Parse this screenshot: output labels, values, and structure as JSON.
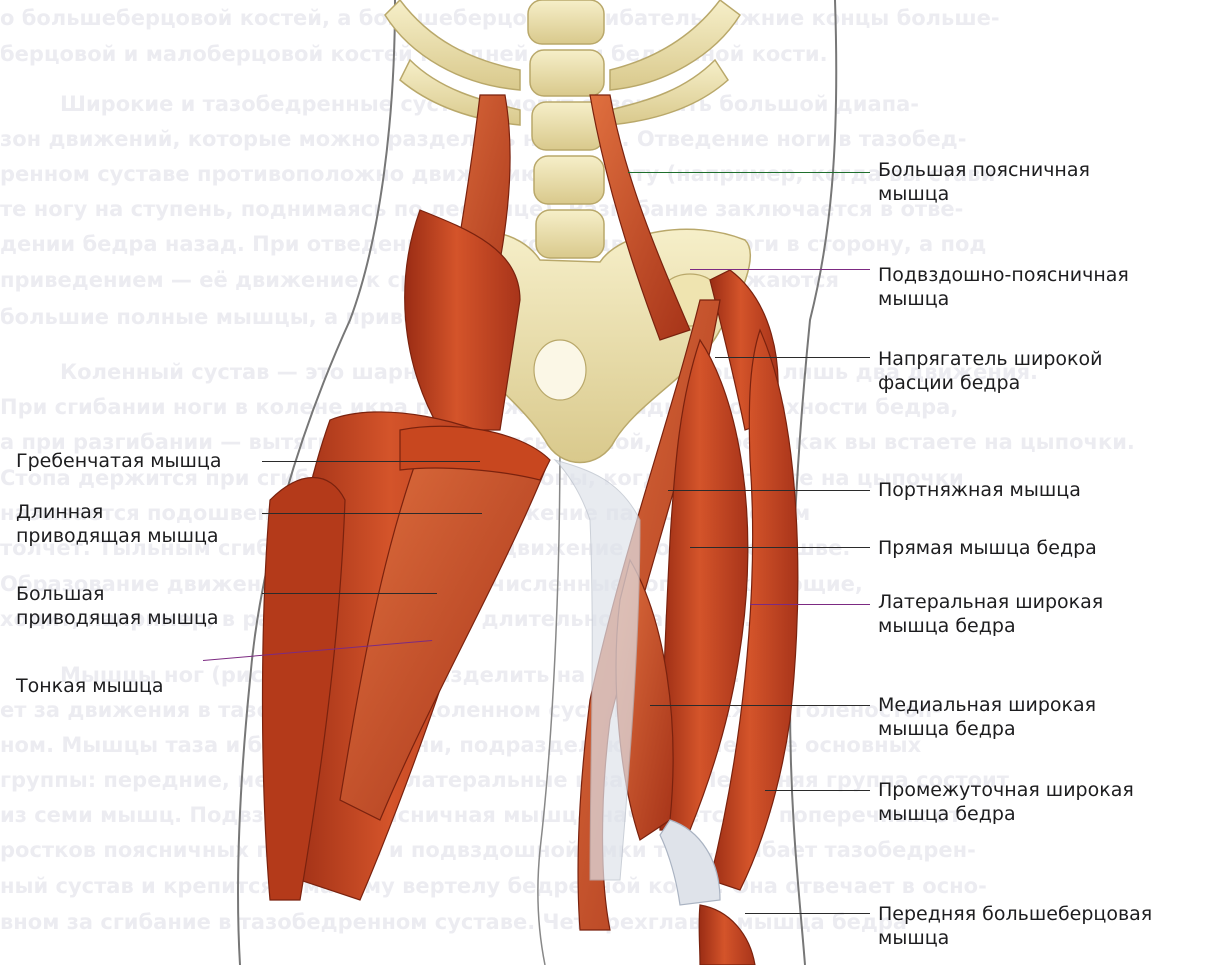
{
  "background_text": [
    "о большеберцовой костей, а большеберцовый сгибатель нижние концы больше-",
    "берцовой и малоберцовой костей к задней части бедренной кости.",
    "Широкие и тазобедренные суставы могут совершать большой диапа-",
    "зон движений, которые можно разделить на пары. Отведение ноги в тазобед-",
    "ренном суставе противоположно движению к животу (например, когда вы стави-",
    "те ногу на ступень, поднимаясь по лестнице). Разгибание заключается в отве-",
    "дении бедра назад. При отведении происходит движение ноги в сторону, а под",
    "приведением — её движение к средней линии внутрь, сопряжаются",
    "большие полные мышцы, а приводящие мышцы.",
    "Коленный сустав — это шарнирный сустав, совершающий лишь два движения.",
    "При сгибании ноги в колене икра приближается к задней поверхности бедра,",
    "а при разгибании — вытягивается, становясь прямой, в то время как вы встаете на цыпочки.",
    "Стопа держится при сгибании тыльной стороны, когда вы встаете на цыпочки",
    "называется подошвенным сгибанием. Движение пальцев в целом",
    "толчет. Тыльным сгибанием называется движение стопы к подошве.",
    "Образование движений являются многочисленные сопровождающие,",
    "ходит, например, в рабочей позиции и длительной нагрузке.",
    "Мышцы ног (рис. 7.1) можно разделить на две группы.",
    "ет за движения в тазобедренном, коленном суставах, а также в голеностоп-",
    "ном. Мышцы таза и бедра, и голени, подразделяются на четыре основных",
    "группы: передние, медиальные, латеральные и задние. Передняя группа состоит",
    "из семи мышц. Подвздошно-поясничная мышца начинается от поперечных от-",
    "ростков поясничных позвонков и подвздошной ямки таза, огибает тазобедрен-",
    "ный сустав и крепится к малому вертелу бедренной кости. Она отвечает в осно-",
    "вном за сгибание в тазобедренном суставе. Четырехглавая мышца бедра"
  ],
  "labels": {
    "psoas_major": [
      "Большая поясничная",
      "мышца"
    ],
    "iliopsoas": [
      "Подвздошно-поясничная",
      "мышца"
    ],
    "tensor_fasciae_latae": [
      "Напрягатель широкой",
      "фасции бедра"
    ],
    "pectineus": [
      "Гребенчатая мышца"
    ],
    "adductor_longus": [
      "Длинная",
      "приводящая мышца"
    ],
    "sartorius": [
      "Портняжная мышца"
    ],
    "rectus_femoris": [
      "Прямая мышца бедра"
    ],
    "adductor_magnus": [
      "Большая",
      "приводящая мышца"
    ],
    "vastus_lateralis": [
      "Латеральная широкая",
      "мышца бедра"
    ],
    "gracilis": [
      "Тонкая мышца"
    ],
    "vastus_medialis": [
      "Медиальная широкая",
      "мышца бедра"
    ],
    "vastus_intermedius": [
      "Промежуточная широкая",
      "мышца бедра"
    ],
    "tibialis_anterior": [
      "Передняя большеберцовая",
      "мышца"
    ]
  },
  "colors": {
    "muscle": "#c84422",
    "muscle_dark": "#8e2612",
    "muscle_light": "#e27a4e",
    "bone": "#efe4b0",
    "bone_shadow": "#cdbb7c",
    "tendon": "#dfe3ea",
    "leader_default": "#2b2b2b",
    "leader_purple": "#7c2a82",
    "leader_green": "#1f6f2d"
  }
}
